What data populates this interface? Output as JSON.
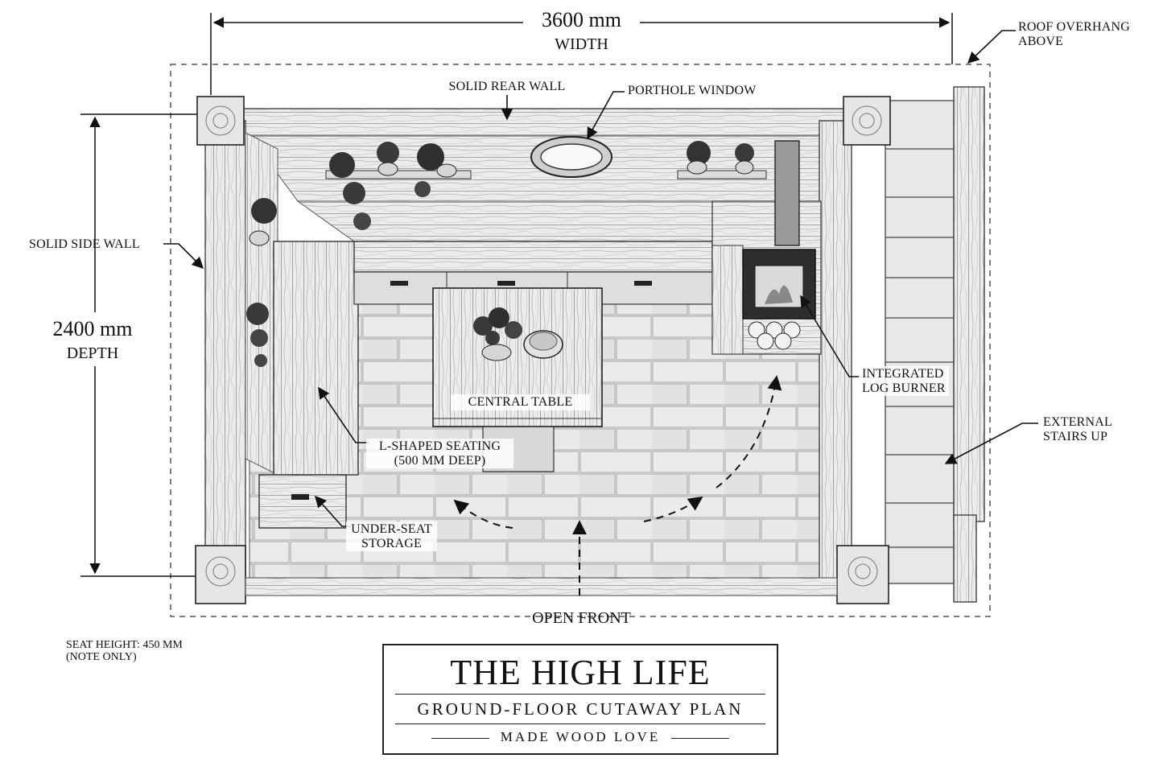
{
  "dimensions": {
    "width_value": "3600 mm",
    "width_label": "WIDTH",
    "depth_value": "2400 mm",
    "depth_label": "DEPTH"
  },
  "labels": {
    "roof_overhang": [
      "ROOF OVERHANG",
      "ABOVE"
    ],
    "solid_rear_wall": "SOLID REAR WALL",
    "porthole_window": "PORTHOLE WINDOW",
    "solid_side_wall": "SOLID SIDE WALL",
    "integrated_log_burner": [
      "INTEGRATED",
      "LOG BURNER"
    ],
    "central_table": "CENTRAL TABLE",
    "l_shaped_seating": [
      "L-SHAPED SEATING",
      "(500 mm DEEP)"
    ],
    "external_stairs": [
      "EXTERNAL",
      "STAIRS UP"
    ],
    "under_seat_storage": [
      "UNDER-SEAT",
      "STORAGE"
    ],
    "open_front": "OPEN FRONT"
  },
  "notes": {
    "seat_height": "SEAT HEIGHT: 450 mm",
    "note_only": "(NOTE ONLY)"
  },
  "title_block": {
    "title": "THE HIGH LIFE",
    "subtitle": "GROUND-FLOOR CUTAWAY PLAN",
    "brand": "MADE WOOD LOVE"
  },
  "colors": {
    "ink": "#111111",
    "timber": "#ececec",
    "timber_dark": "#cfcfcf",
    "floor": "#e4e4e4",
    "foliage": "#3a3a3a"
  }
}
